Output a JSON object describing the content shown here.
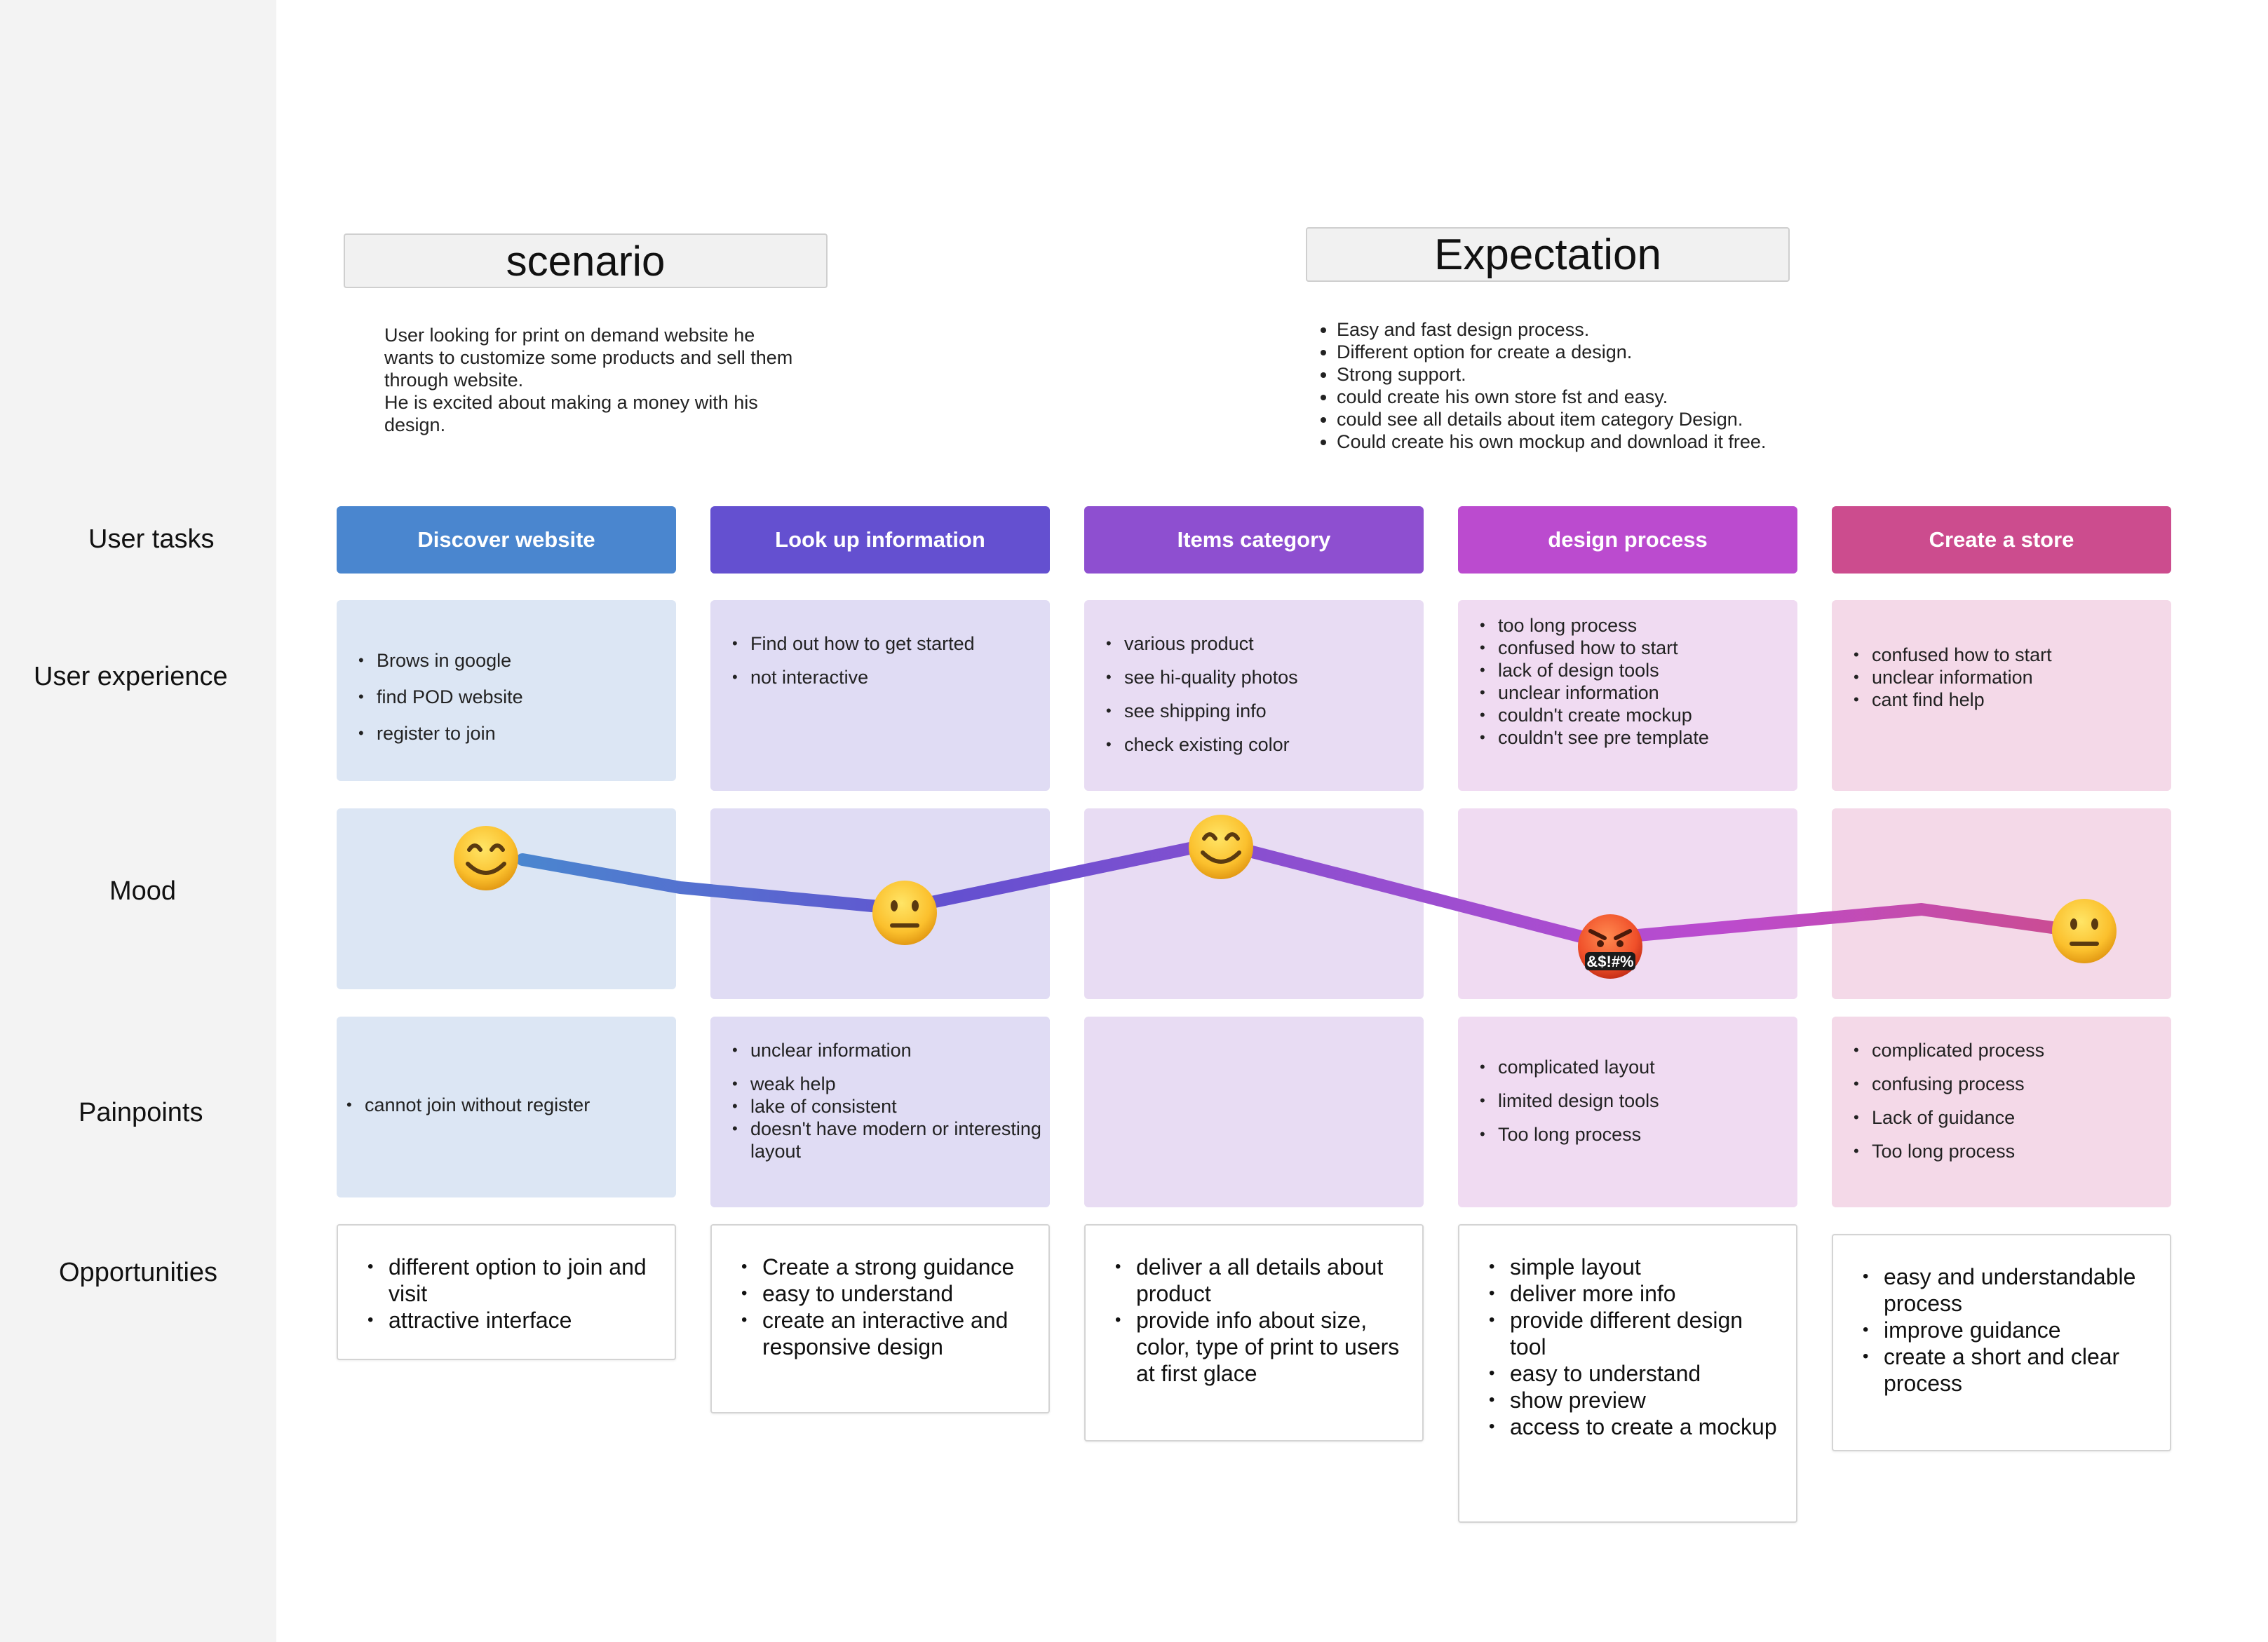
{
  "row_labels": {
    "user_tasks": "User tasks",
    "user_experience": "User experience",
    "mood": "Mood",
    "painpoints": "Painpoints",
    "opportunities": "Opportunities"
  },
  "scenario": {
    "title": "scenario",
    "lines": [
      "User looking for print on demand website he",
      "wants to customize some products and sell them",
      "through website.",
      "He is excited about making a money with his",
      "design."
    ]
  },
  "expectation": {
    "title": "Expectation",
    "items": [
      "Easy and fast design process.",
      "Different option for create a design.",
      "Strong support.",
      "could create his own store fst and easy.",
      "could see all details about item category Design.",
      "Could create his own mockup and download it free."
    ]
  },
  "columns": [
    {
      "task": "Discover website",
      "task_color": "#4a86cf",
      "light_color": "#dce6f4",
      "experience": [
        "Brows in google",
        "find POD website",
        "register to join"
      ],
      "painpoints": [
        "cannot join without register"
      ],
      "opportunities": [
        "different option to join and visit",
        "attractive interface"
      ],
      "mood": "happy"
    },
    {
      "task": "Look up information",
      "task_color": "#6450d0",
      "light_color": "#e0dcf4",
      "experience": [
        "Find out how to get started",
        "not interactive"
      ],
      "painpoints": [
        "unclear information",
        "weak help",
        "lake of consistent",
        "doesn't have modern or interesting layout"
      ],
      "opportunities": [
        "Create a strong guidance",
        "easy to understand",
        "create an interactive and responsive design"
      ],
      "mood": "neutral"
    },
    {
      "task": "Items category",
      "task_color": "#8e4fd0",
      "light_color": "#e8dcf3",
      "experience": [
        "various product",
        "see hi-quality photos",
        "see shipping info",
        "check existing color"
      ],
      "painpoints": [],
      "opportunities": [
        "deliver a all details about product",
        "provide info about size, color, type of print to users at first glace"
      ],
      "mood": "happy"
    },
    {
      "task": "design process",
      "task_color": "#bb4bcf",
      "light_color": "#f0dbf2",
      "experience": [
        "too long process",
        "confused how to start",
        "lack of design tools",
        "unclear information",
        "couldn't create mockup",
        "couldn't see pre template"
      ],
      "painpoints": [
        "complicated layout",
        "limited design tools",
        "Too long process"
      ],
      "opportunities": [
        "simple layout",
        "deliver more info",
        "provide different design tool",
        "easy to understand",
        "show preview",
        "access to create a mockup"
      ],
      "mood": "angry"
    },
    {
      "task": "Create a store",
      "task_color": "#cc4c8e",
      "light_color": "#f4d9e8",
      "experience": [
        "confused how to start",
        "unclear information",
        "cant find help"
      ],
      "painpoints": [
        "complicated process",
        "confusing process",
        "Lack of guidance",
        "Too long process"
      ],
      "opportunities": [
        "easy and understandable process",
        "improve guidance",
        "create a short and clear process"
      ],
      "mood": "neutral"
    }
  ],
  "mood_line": {
    "gradient": [
      "#4a86cf",
      "#6450d0",
      "#8e4fd0",
      "#bb4bcf",
      "#cc4c8e"
    ],
    "angry_symbols": "&$!#%"
  }
}
